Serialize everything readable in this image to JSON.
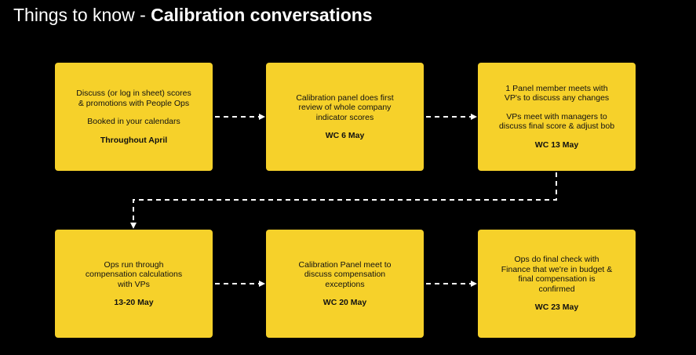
{
  "title": {
    "prefix": "Things to know - ",
    "emphasis": "Calibration conversations"
  },
  "steps": [
    {
      "line1": "Discuss (or log in sheet) scores",
      "line2": "& promotions with People Ops",
      "note": "Booked in your calendars",
      "when": "Throughout April"
    },
    {
      "line1": "Calibration panel does first",
      "line2": "review of whole company",
      "line3": "indicator scores",
      "when": "WC 6 May"
    },
    {
      "line1": "1 Panel member meets with",
      "line2": "VP's to discuss any changes",
      "line3": "VPs meet with managers to",
      "line4": "discuss final score & adjust bob",
      "when": "WC 13 May"
    },
    {
      "line1": "Ops run through",
      "line2": "compensation calculations",
      "line3": "with VPs",
      "when": "13-20 May"
    },
    {
      "line1": "Calibration Panel meet to",
      "line2": "discuss compensation",
      "line3": "exceptions",
      "when": "WC 20 May"
    },
    {
      "line1": "Ops do final check with",
      "line2": "Finance that we're in budget &",
      "line3": "final compensation is",
      "line4": "confirmed",
      "when": "WC 23 May"
    }
  ],
  "colors": {
    "background": "#000000",
    "box": "#f6d12a",
    "arrow": "#ffffff",
    "text": "#111111"
  }
}
